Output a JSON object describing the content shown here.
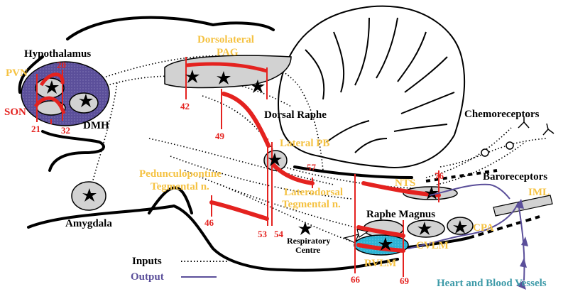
{
  "regions": {
    "hypothalamus": "Hypothalamus",
    "pvn": "PVN",
    "son": "SON",
    "dmh": "DMH",
    "amygdala": "Amygdala",
    "dorsolateral_pag_1": "Dorsolateral",
    "dorsolateral_pag_2": "PAG",
    "dorsal_raphe": "Dorsal Raphe",
    "lateral_pb": "Lateral PB",
    "pedunculopontine_1": "Pedunculopontine",
    "pedunculopontine_2": "Tegmental n.",
    "laterodorsal_1": "Laterodorsal",
    "laterodorsal_2": "Tegmental n.",
    "nts": "NTS",
    "raphe_magnus": "Raphe Magnus",
    "respiratory_1": "Respiratory",
    "respiratory_2": "Centre",
    "rvlm": "RVLM",
    "cvlm": "CVLM",
    "cpa": "CPA",
    "iml": "IML",
    "chemoreceptors": "Chemoreceptors",
    "baroreceptors": "Baroreceptors",
    "heart": "Heart and Blood Vessels"
  },
  "numbers": {
    "n20": "20",
    "n21": "21",
    "n32": "32",
    "n42": "42",
    "n49": "49",
    "n57": "57",
    "n46": "46",
    "n53": "53",
    "n54": "54",
    "n76": "76",
    "n66": "66",
    "n69": "69"
  },
  "legend": {
    "inputs": "Inputs",
    "output": "Output"
  },
  "colors": {
    "red": "#e4221f",
    "gold": "#f5c242",
    "purple": "#5b4f9a",
    "teal": "#3d9aa8",
    "gray": "#d2d2d2"
  }
}
